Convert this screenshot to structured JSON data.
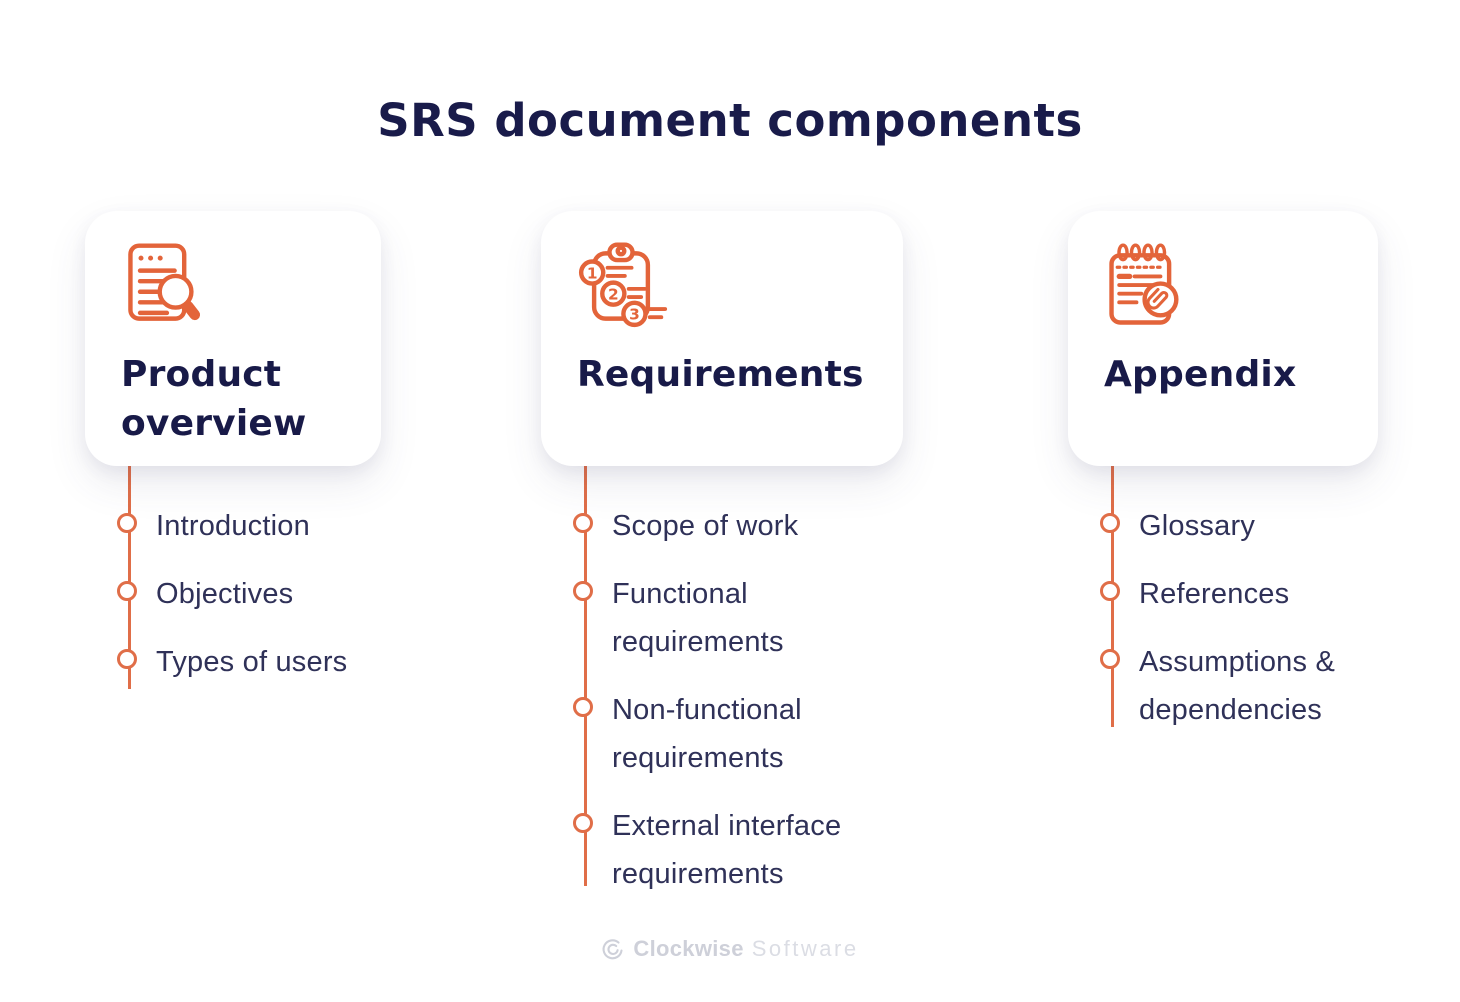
{
  "page": {
    "title": "SRS document components"
  },
  "colors": {
    "background": "#ffffff",
    "card": "#ffffff",
    "accent_orange": "#e3643a",
    "timeline_orange": "#e06e48",
    "heading_navy": "#191b4a",
    "item_navy": "#2f3158",
    "watermark_gray": "#ced0d9"
  },
  "columns": [
    {
      "title": "Product overview",
      "icon": "document-search-icon",
      "items": [
        "Introduction",
        "Objectives",
        "Types of users"
      ]
    },
    {
      "title": "Requirements",
      "icon": "clipboard-numbered-list-icon",
      "items": [
        "Scope of work",
        "Functional requirements",
        "Non-functional requirements",
        "External interface requirements"
      ]
    },
    {
      "title": "Appendix",
      "icon": "notepad-paperclip-icon",
      "items": [
        "Glossary",
        "References",
        "Assumptions & dependencies"
      ]
    }
  ],
  "clipboard_icon_numbers": [
    "1",
    "2",
    "3"
  ],
  "footer": {
    "brand_bold": "Clockwise",
    "brand_light": "Software"
  }
}
